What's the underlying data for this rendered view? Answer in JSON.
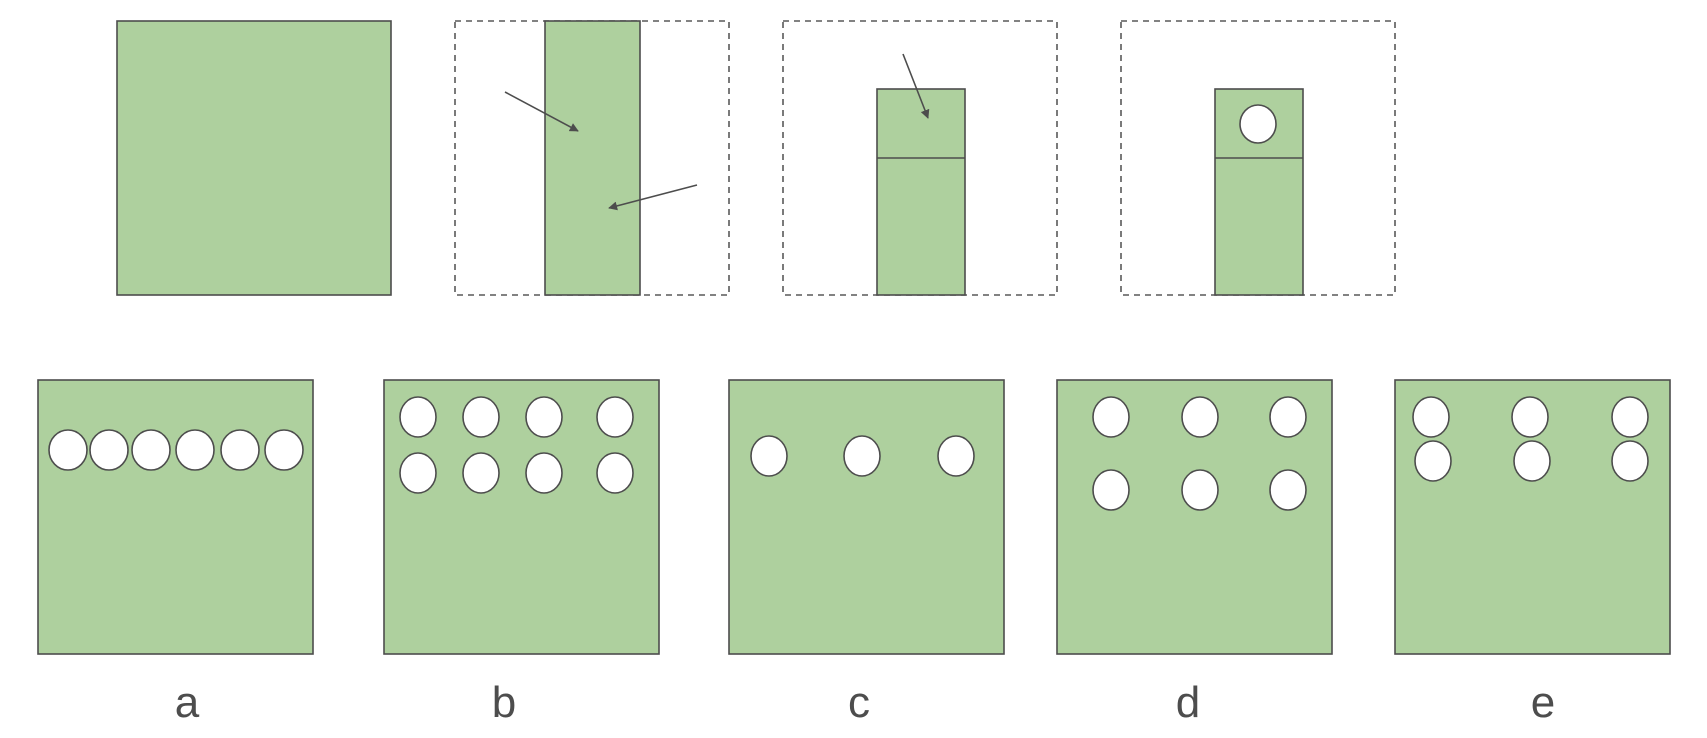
{
  "colors": {
    "paper": "#aed09e",
    "hole": "#ffffff",
    "stroke": "#4d4d4d",
    "background": "#ffffff"
  },
  "sequence": {
    "steps": [
      {
        "name": "square-sheet"
      },
      {
        "name": "fold-sides-to-center",
        "arrows": 2
      },
      {
        "name": "fold-top-down",
        "arrows": 1
      },
      {
        "name": "punch-hole",
        "holes": 1
      }
    ]
  },
  "options": [
    {
      "label": "a",
      "holes": 6
    },
    {
      "label": "b",
      "holes": 8
    },
    {
      "label": "c",
      "holes": 3
    },
    {
      "label": "d",
      "holes": 6
    },
    {
      "label": "e",
      "holes": 6
    }
  ]
}
